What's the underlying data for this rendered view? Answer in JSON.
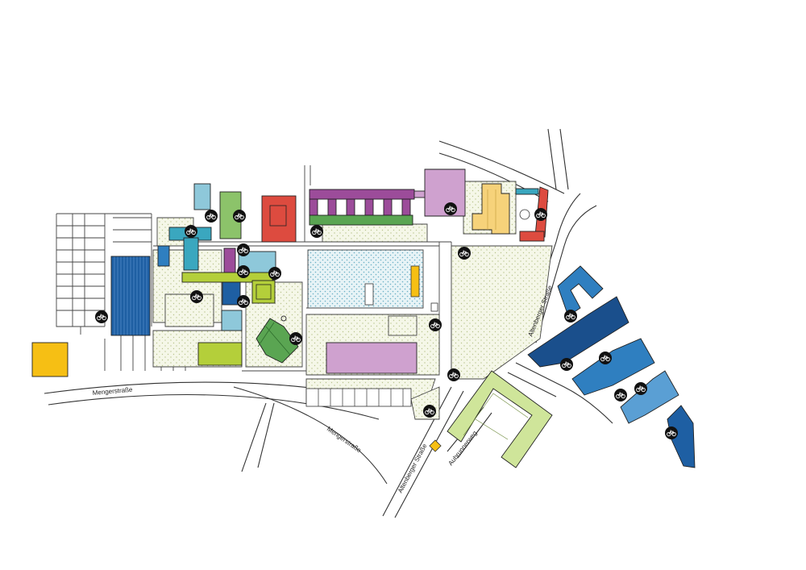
{
  "streets": {
    "mengerstrasse_west": "Mengerstraße",
    "mengerstrasse_south": "Mengerstraße",
    "altenberger_east": "Altenberger Straße",
    "altenberger_south": "Altenberger Straße",
    "aubrunnerweg": "Aubrunnerweg"
  },
  "colors": {
    "purple": "#9c4c9a",
    "lilac": "#cfa1cf",
    "green": "#5aa552",
    "red": "#dd4b3f",
    "teal": "#3aa7bf",
    "light_blue": "#8ec8da",
    "blue": "#2566a8",
    "dark_blue": "#1a4f8c",
    "mid_blue": "#2f7fc0",
    "sky_blue": "#5a9fd4",
    "lime": "#b4cf3a",
    "light_green": "#cfe59a",
    "yellow": "#f6bf14",
    "sand": "#f6d27a",
    "parking_blue": "#1e5fa3"
  },
  "icons": {
    "bike": "bike-parking-icon"
  }
}
